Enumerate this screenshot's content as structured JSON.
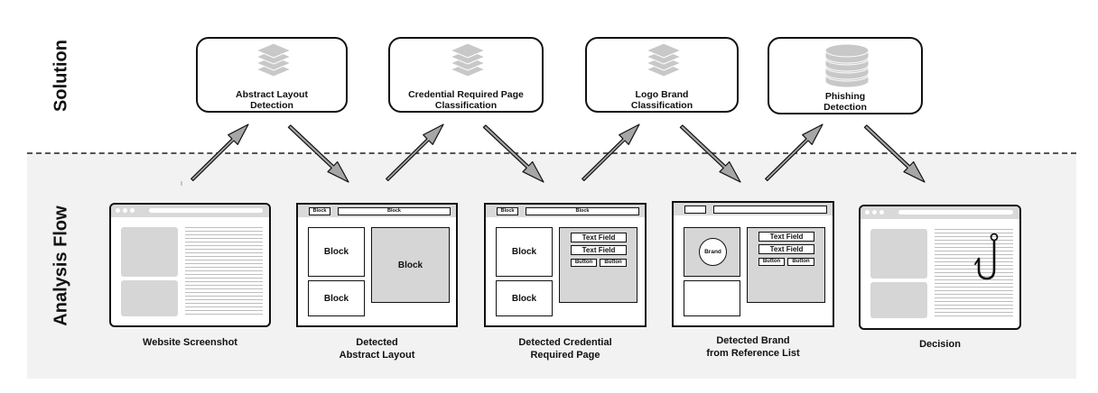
{
  "labels": {
    "solution": "Solution",
    "analysis": "Analysis Flow"
  },
  "solution_boxes": [
    {
      "title": "Abstract Layout\nDetection",
      "icon": "layers-icon"
    },
    {
      "title": "Credential Required Page\nClassification",
      "icon": "layers-icon"
    },
    {
      "title": "Logo Brand\nClassification",
      "icon": "layers-icon"
    },
    {
      "title": "Phishing\nDetection",
      "icon": "database-icon"
    }
  ],
  "flow": {
    "screenshot": {
      "caption": "Website Screenshot"
    },
    "layout": {
      "caption": "Detected\nAbstract Layout",
      "bar_block": "Block",
      "url_block": "Block",
      "block": "Block"
    },
    "credential": {
      "caption": "Detected Credential\nRequired Page",
      "bar_block": "Block",
      "url_block": "Block",
      "block": "Block",
      "text_field": "Text Field",
      "button": "Button"
    },
    "brand": {
      "caption": "Detected Brand\nfrom Reference List",
      "brand": "Brand",
      "text_field": "Text Field",
      "button": "Button"
    },
    "decision": {
      "caption": "Decision",
      "icon": "fish-hook-icon"
    }
  },
  "colors": {
    "arrow": "#a6a6a6",
    "band": "#f2f2f2",
    "gray_block": "#d6d6d6"
  }
}
